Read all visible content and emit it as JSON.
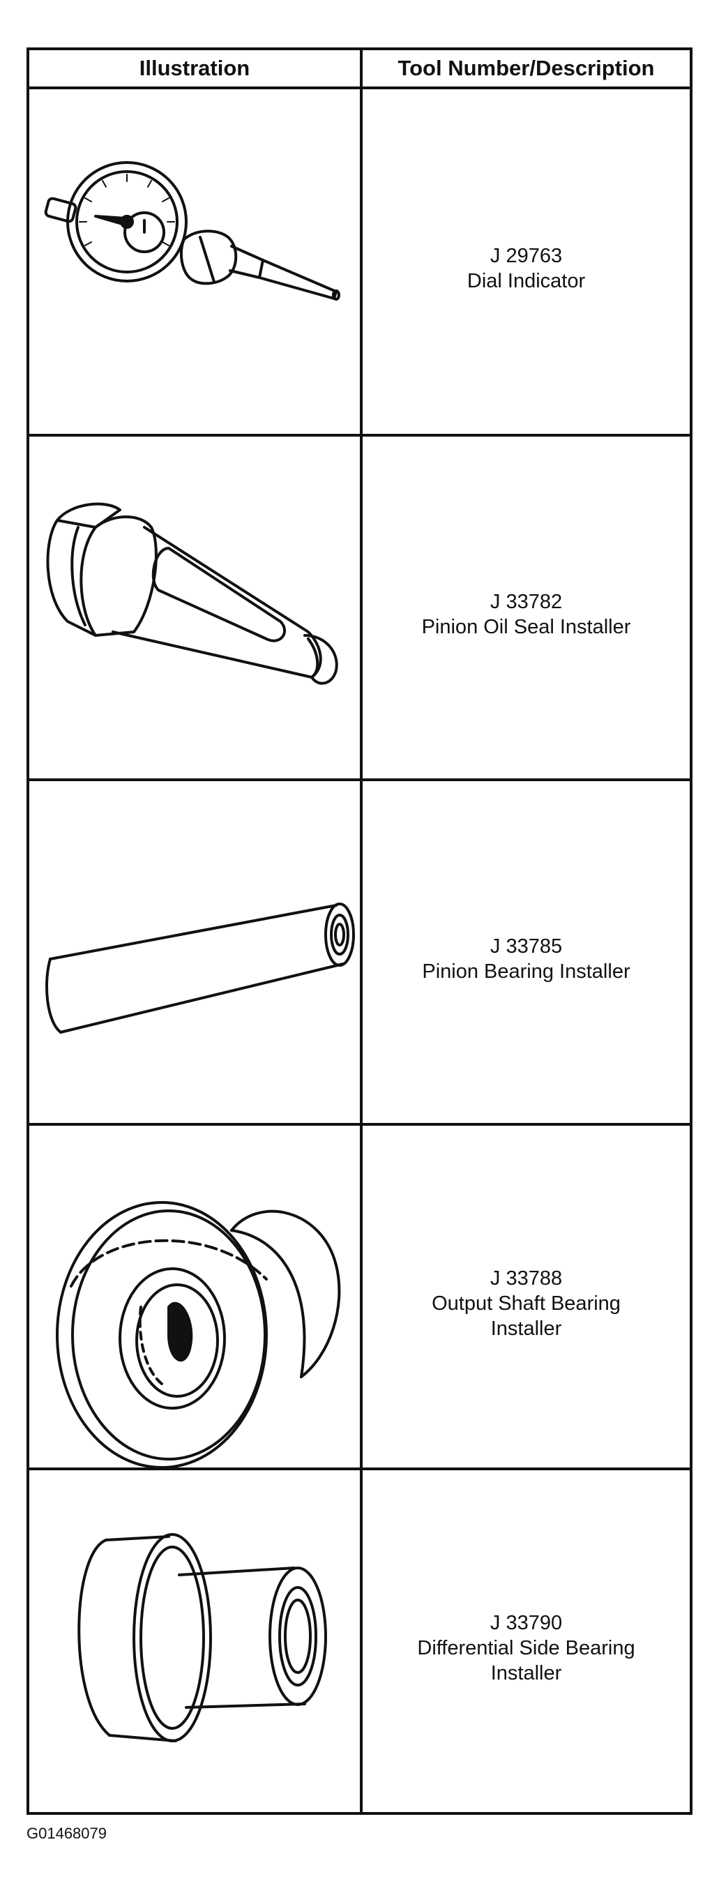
{
  "table": {
    "headers": {
      "illustration": "Illustration",
      "description": "Tool Number/Description"
    },
    "rows": [
      {
        "tool_number": "J 29763",
        "desc_line1": "Dial Indicator",
        "desc_line2": "",
        "icon": "dial-indicator-icon"
      },
      {
        "tool_number": "J 33782",
        "desc_line1": "Pinion Oil Seal Installer",
        "desc_line2": "",
        "icon": "pinion-oil-seal-installer-icon"
      },
      {
        "tool_number": "J 33785",
        "desc_line1": "Pinion Bearing Installer",
        "desc_line2": "",
        "icon": "pinion-bearing-installer-icon"
      },
      {
        "tool_number": "J 33788",
        "desc_line1": "Output Shaft Bearing",
        "desc_line2": "Installer",
        "icon": "output-shaft-bearing-installer-icon"
      },
      {
        "tool_number": "J 33790",
        "desc_line1": "Differential Side Bearing",
        "desc_line2": "Installer",
        "icon": "differential-side-bearing-installer-icon"
      }
    ]
  },
  "figure_id": "G01468079"
}
